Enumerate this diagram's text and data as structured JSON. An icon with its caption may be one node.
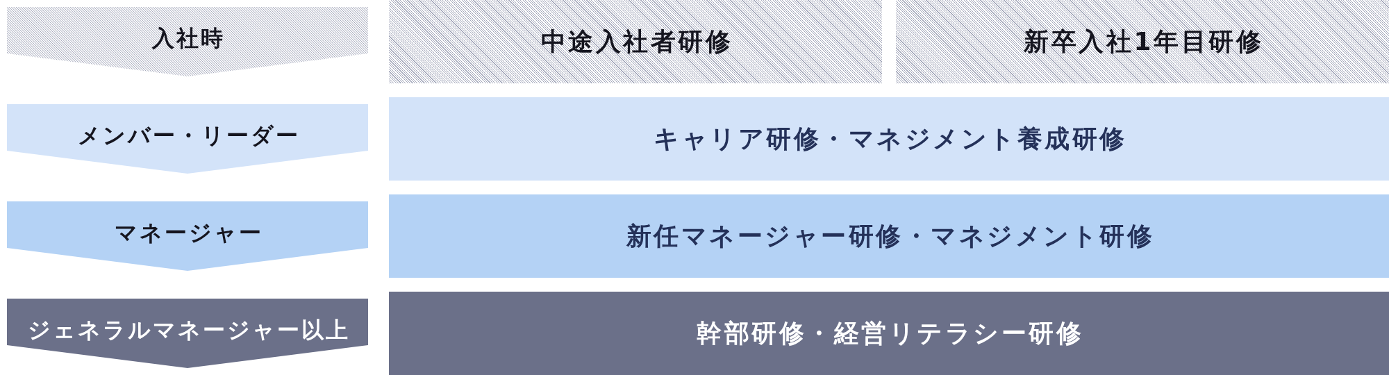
{
  "diagram": {
    "nodes": [
      {
        "text": [
          "入社時"
        ]
      },
      {
        "text": [
          "中途入社者研修"
        ]
      },
      {
        "text": [
          "新卒入社1年目研修"
        ]
      },
      {
        "text": [
          "メンバー・リーダー"
        ]
      },
      {
        "text": [
          "キャリア研修・マネジメント養成研修"
        ]
      },
      {
        "text": [
          "マネージャー"
        ]
      },
      {
        "text": [
          "新任マネージャー研修・マネジメント研修"
        ]
      },
      {
        "text": [
          "ジェネラルマネージャー以上"
        ]
      },
      {
        "text": [
          "幹部研修・経営リテラシー研修"
        ]
      }
    ]
  }
}
